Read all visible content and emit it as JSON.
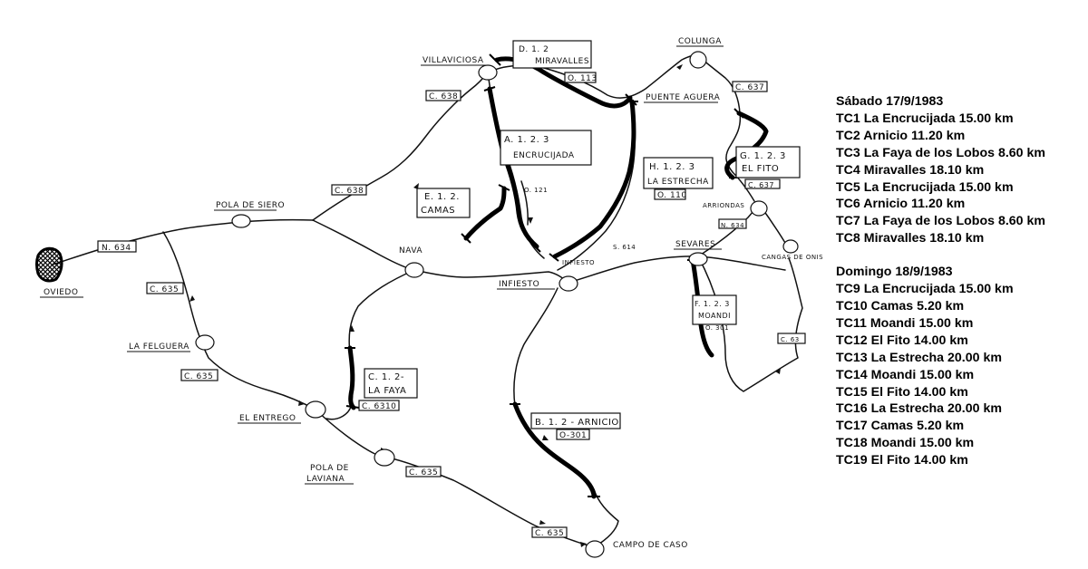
{
  "map": {
    "towns": {
      "oviedo": "OVIEDO",
      "pola_de_siero": "POLA DE SIERO",
      "villaviciosa": "VILLAVICIOSA",
      "colunga": "COLUNGA",
      "puente_aguera": "PUENTE AGUERA",
      "arriondas": "ARRIONDAS",
      "sevares": "SEVARES",
      "cangas_de_onis": "CANGAS DE ONIS",
      "nava": "NAVA",
      "infiesto_label": "INFIESTO",
      "infiesto_road": "INFIESTO",
      "la_felguera": "LA FELGUERA",
      "el_entrego": "EL ENTREGO",
      "pola_de_laviana_1": "POLA DE",
      "pola_de_laviana_2": "LAVIANA",
      "campo_de_caso": "CAMPO DE CASO"
    },
    "roads": {
      "n634_west": "N. 634",
      "n634_east": "N. 634",
      "c635_a": "C. 635",
      "c635_b": "C. 635",
      "c635_c": "C. 635",
      "c635_d": "C. 635",
      "c638_a": "C. 638",
      "c638_b": "C. 638",
      "c637_a": "C. 637",
      "c637_b": "C. 637",
      "c6310": "C. 6310",
      "o113": "O. 113",
      "o121": "O. 121",
      "o110": "O. 110",
      "o301_a": "O-301",
      "o301_b": "O. 301",
      "s614": "S. 614",
      "c63": "C. 63"
    },
    "stages": {
      "d_code": "D. 1. 2",
      "d_name": "MIRAVALLES",
      "a_code": "A. 1. 2. 3",
      "a_name": "ENCRUCIJADA",
      "e_code": "E. 1. 2.",
      "e_name": "CAMAS",
      "h_code": "H. 1. 2. 3",
      "h_name": "LA ESTRECHA",
      "g_code": "G. 1. 2. 3",
      "g_name": "EL FITO",
      "f_code": "F. 1. 2. 3",
      "f_name": "MOANDI",
      "c_code": "C. 1. 2-",
      "c_name": "LA FAYA",
      "b_label": "B. 1. 2 - ARNICIO"
    }
  },
  "schedule": {
    "saturday": {
      "title": "Sábado 17/9/1983",
      "stages": [
        "TC1 La Encrucijada 15.00 km",
        "TC2 Arnicio 11.20 km",
        "TC3 La Faya de los Lobos 8.60 km",
        "TC4 Miravalles 18.10 km",
        "TC5 La Encrucijada 15.00 km",
        "TC6 Arnicio 11.20 km",
        "TC7 La Faya de los Lobos 8.60 km",
        "TC8 Miravalles 18.10 km"
      ]
    },
    "sunday": {
      "title": "Domingo 18/9/1983",
      "stages": [
        "TC9 La Encrucijada 15.00 km",
        "TC10 Camas 5.20 km",
        "TC11 Moandi 15.00 km",
        "TC12 El Fito 14.00 km",
        "TC13 La Estrecha 20.00 km",
        "TC14 Moandi 15.00 km",
        "TC15 El Fito 14.00 km",
        "TC16 La Estrecha 20.00 km",
        "TC17 Camas 5.20 km",
        "TC18 Moandi 15.00 km",
        "TC19 El Fito 14.00 km"
      ]
    }
  }
}
